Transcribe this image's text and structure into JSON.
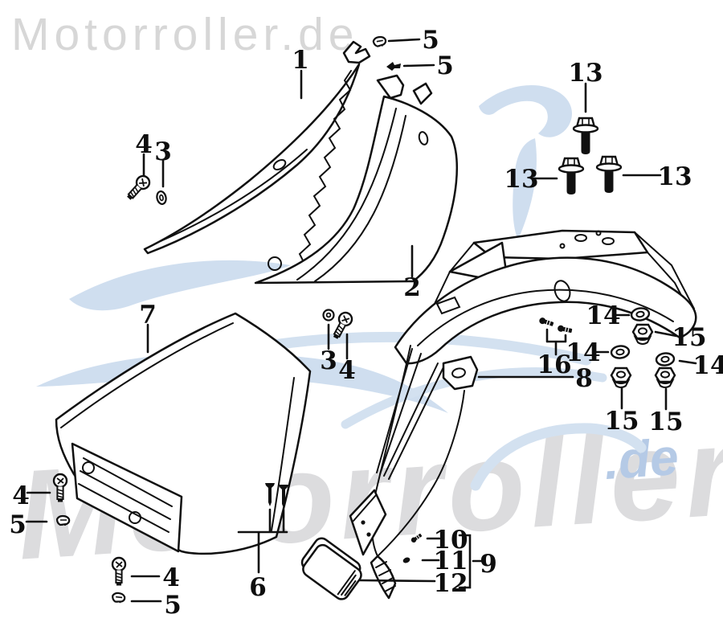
{
  "watermarks": {
    "top_logo": "Motorroller.de",
    "bottom_logo": "Motorroller",
    "bottom_domain": ".de"
  },
  "colors": {
    "line": "#101010",
    "watermark_gray_top": "#d7d7d7",
    "watermark_gray_bottom": "#dcdcde",
    "watermark_blue": "#cfdeef",
    "domain_blue": "#b5cae6",
    "background": "#ffffff"
  },
  "callouts": [
    {
      "text": "1"
    },
    {
      "text": "2"
    },
    {
      "text": "4"
    },
    {
      "text": "3"
    },
    {
      "text": "5"
    },
    {
      "text": "5"
    },
    {
      "text": "13"
    },
    {
      "text": "13"
    },
    {
      "text": "13"
    },
    {
      "text": "7"
    },
    {
      "text": "3"
    },
    {
      "text": "4"
    },
    {
      "text": "16"
    },
    {
      "text": "14"
    },
    {
      "text": "15"
    },
    {
      "text": "14"
    },
    {
      "text": "8"
    },
    {
      "text": "14"
    },
    {
      "text": "15"
    },
    {
      "text": "15"
    },
    {
      "text": "4"
    },
    {
      "text": "5"
    },
    {
      "text": "4"
    },
    {
      "text": "5"
    },
    {
      "text": "6"
    },
    {
      "text": "10"
    },
    {
      "text": "11"
    },
    {
      "text": "12"
    },
    {
      "text": "9"
    }
  ]
}
